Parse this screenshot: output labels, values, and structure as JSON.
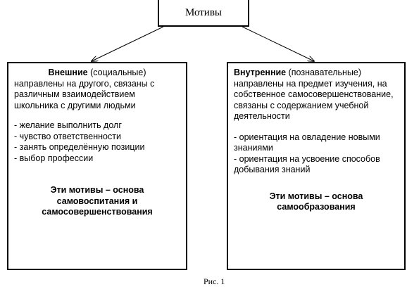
{
  "root": {
    "label": "Мотивы"
  },
  "left": {
    "title": "Внешние",
    "subtitle": " (социальные)",
    "description": "направлены на другого, связаны с различным взаимодействием школьника с другими людьми",
    "items": [
      "- желание выполнить долг",
      "- чувство ответственности",
      "- занять определённую позиции",
      "- выбор профессии"
    ],
    "conclusion": "Эти мотивы – основа самовоспитания и самосовершенствования"
  },
  "right": {
    "title": "Внутренние",
    "subtitle": " (познавательные)",
    "description": "направлены на предмет изучения, на собственное самосовершенствование, связаны с содержанием учебной деятельности",
    "items": [
      "- ориентация на овладение новыми знаниями",
      "- ориентация на усвоение способов добывания знаний"
    ],
    "conclusion": "Эти мотивы – основа самообразования"
  },
  "caption": "Рис. 1"
}
